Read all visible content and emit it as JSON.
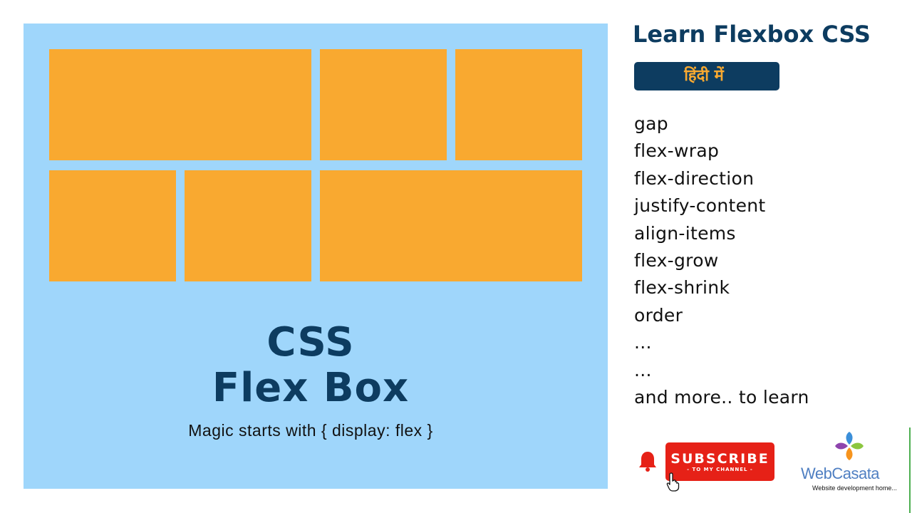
{
  "panel": {
    "title_line1": "CSS",
    "title_line2": "Flex Box",
    "tagline": "Magic starts with { display: flex }"
  },
  "sidebar": {
    "heading": "Learn Flexbox CSS",
    "badge": "हिंदी में",
    "topics": [
      "gap",
      "flex-wrap",
      "flex-direction",
      "justify-content",
      "align-items",
      "flex-grow",
      "flex-shrink",
      "order",
      "...",
      "...",
      "and more.. to learn"
    ]
  },
  "subscribe": {
    "label": "SUBSCRIBE",
    "sublabel": "- TO MY CHANNEL -"
  },
  "logo": {
    "name": "WebCasata",
    "tagline": "Website development home..."
  },
  "icons": {
    "bell": "bell-icon",
    "cursor": "hand-cursor-icon",
    "logo": "webcasata-logo-icon"
  },
  "colors": {
    "panel_bg": "#9fd6fb",
    "box": "#f9a930",
    "navy": "#0d3c60",
    "subscribe": "#e62117",
    "logo_text": "#4f7fc2"
  }
}
